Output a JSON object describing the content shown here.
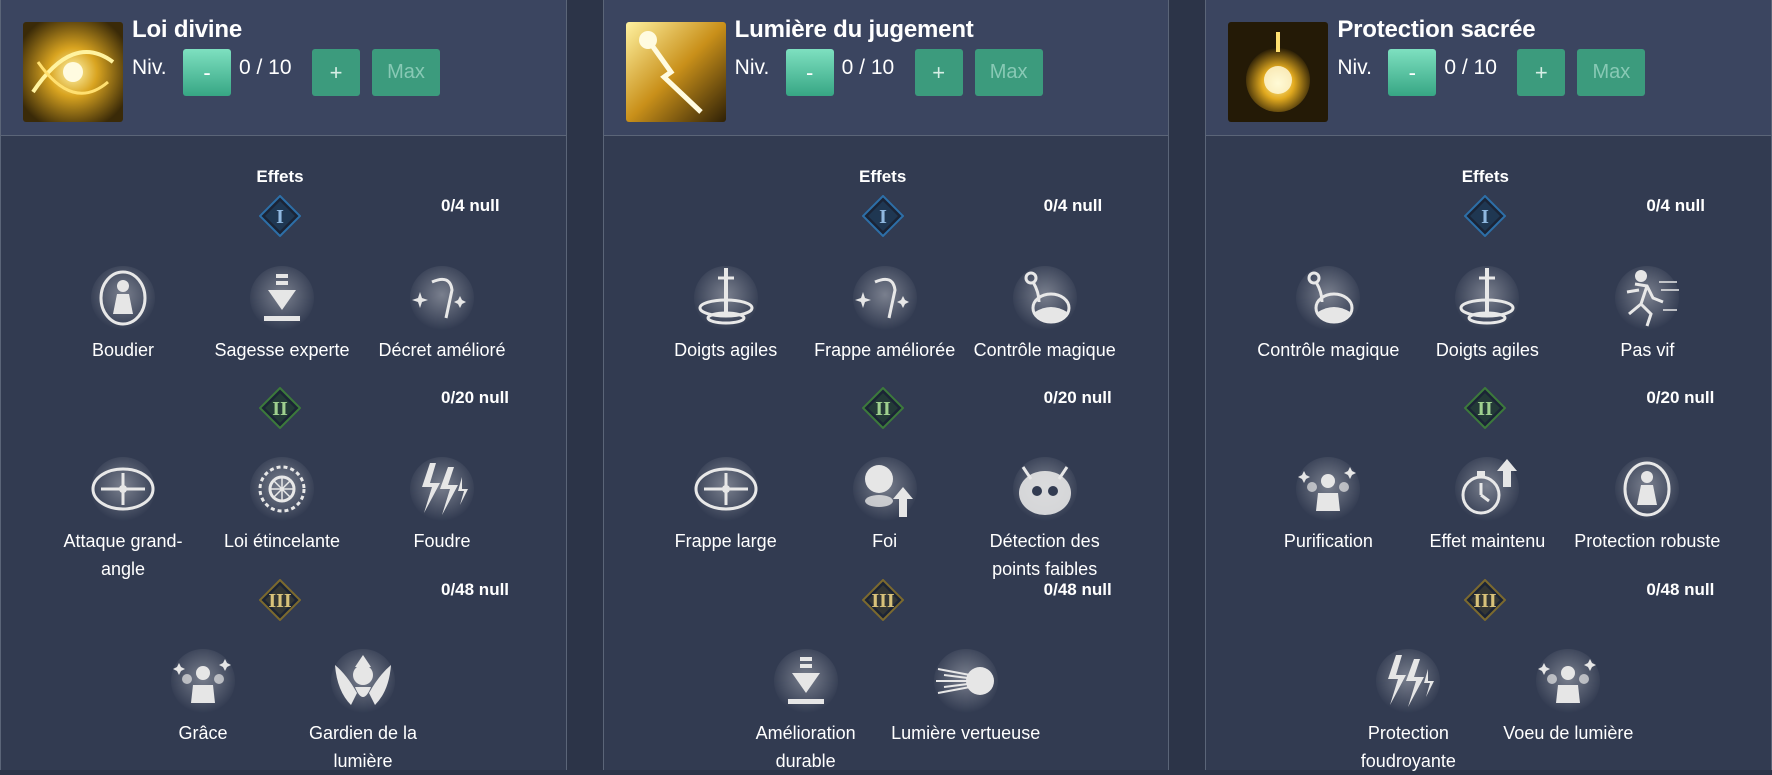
{
  "colors": {
    "background": "#2c3448",
    "panel": "#323b51",
    "header": "#3b4560",
    "accent": "#3c9b7d",
    "tier1": "#2d6fa8",
    "tier2": "#3c7a3b",
    "tier3": "#7c6a2e"
  },
  "panels": [
    {
      "title": "Loi divine",
      "icon": "divine-law-icon",
      "level_label": "Niv.",
      "minus_label": "-",
      "level_value": "0 / 10",
      "plus_label": "+",
      "max_label": "Max",
      "effects_title": "Effets",
      "tiers": [
        {
          "numeral": "I",
          "count": "0/4 null",
          "effects": [
            {
              "label": "Boudier",
              "icon": "shield-person-icon"
            },
            {
              "label": "Sagesse experte",
              "icon": "download-arrow-icon"
            },
            {
              "label": "Décret amélioré",
              "icon": "wand-sparkle-icon"
            }
          ]
        },
        {
          "numeral": "II",
          "count": "0/20 null",
          "effects": [
            {
              "label": "Attaque grand-angle",
              "icon": "wide-attack-icon"
            },
            {
              "label": "Loi étincelante",
              "icon": "sparkle-circle-icon"
            },
            {
              "label": "Foudre",
              "icon": "lightning-icon"
            }
          ]
        },
        {
          "numeral": "III",
          "count": "0/48 null",
          "effects": [
            {
              "label": "Grâce",
              "icon": "group-sparkle-icon"
            },
            {
              "label": "Gardien de la lumière",
              "icon": "winged-guardian-icon"
            }
          ]
        }
      ]
    },
    {
      "title": "Lumière du jugement",
      "icon": "judgment-light-icon",
      "level_label": "Niv.",
      "minus_label": "-",
      "level_value": "0 / 10",
      "plus_label": "+",
      "max_label": "Max",
      "effects_title": "Effets",
      "tiers": [
        {
          "numeral": "I",
          "count": "0/4 null",
          "effects": [
            {
              "label": "Doigts agiles",
              "icon": "sword-swirl-icon"
            },
            {
              "label": "Frappe améliorée",
              "icon": "wand-sparkle-icon"
            },
            {
              "label": "Contrôle magique",
              "icon": "potion-icon"
            }
          ]
        },
        {
          "numeral": "II",
          "count": "0/20 null",
          "effects": [
            {
              "label": "Frappe large",
              "icon": "wide-attack-icon"
            },
            {
              "label": "Foi",
              "icon": "orb-up-icon"
            },
            {
              "label": "Détection des points faibles",
              "icon": "skull-crab-icon"
            }
          ]
        },
        {
          "numeral": "III",
          "count": "0/48 null",
          "effects": [
            {
              "label": "Amélioration durable",
              "icon": "download-arrow-icon"
            },
            {
              "label": "Lumière vertueuse",
              "icon": "comet-icon"
            }
          ]
        }
      ]
    },
    {
      "title": "Protection sacrée",
      "icon": "sacred-protection-icon",
      "level_label": "Niv.",
      "minus_label": "-",
      "level_value": "0 / 10",
      "plus_label": "+",
      "max_label": "Max",
      "effects_title": "Effets",
      "tiers": [
        {
          "numeral": "I",
          "count": "0/4 null",
          "effects": [
            {
              "label": "Contrôle magique",
              "icon": "potion-icon"
            },
            {
              "label": "Doigts agiles",
              "icon": "sword-swirl-icon"
            },
            {
              "label": "Pas vif",
              "icon": "running-icon"
            }
          ]
        },
        {
          "numeral": "II",
          "count": "0/20 null",
          "effects": [
            {
              "label": "Purification",
              "icon": "group-sparkle-icon"
            },
            {
              "label": "Effet maintenu",
              "icon": "stopwatch-up-icon"
            },
            {
              "label": "Protection robuste",
              "icon": "shield-person-icon"
            }
          ]
        },
        {
          "numeral": "III",
          "count": "0/48 null",
          "effects": [
            {
              "label": "Protection foudroyante",
              "icon": "lightning-icon"
            },
            {
              "label": "Voeu de lumière",
              "icon": "group-sparkle-icon"
            }
          ]
        }
      ]
    }
  ]
}
